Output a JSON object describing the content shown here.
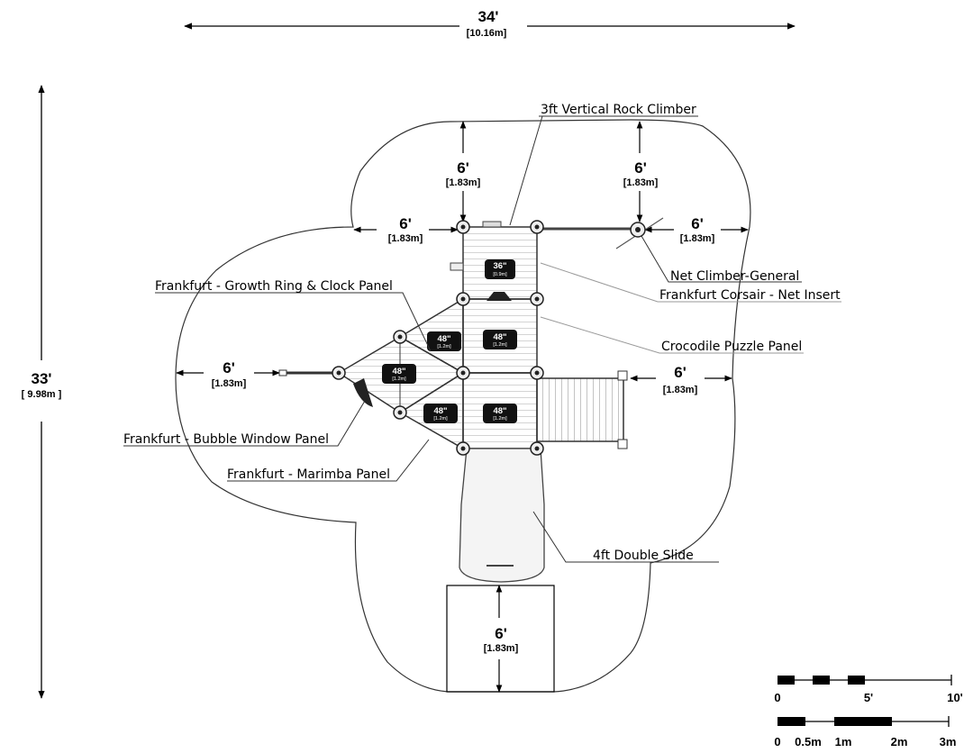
{
  "overall": {
    "width_ft": "34'",
    "width_m": "[10.16m]",
    "depth_ft": "33'",
    "depth_m": "[ 9.98m ]"
  },
  "clearances": [
    {
      "ft": "6'",
      "m": "[1.83m]"
    },
    {
      "ft": "6'",
      "m": "[1.83m]"
    },
    {
      "ft": "6'",
      "m": "[1.83m]"
    },
    {
      "ft": "6'",
      "m": "[1.83m]"
    },
    {
      "ft": "6'",
      "m": "[1.83m]"
    },
    {
      "ft": "6'",
      "m": "[1.83m]"
    },
    {
      "ft": "6'",
      "m": "[1.83m]"
    }
  ],
  "callouts": [
    "3ft Vertical Rock Climber",
    "Net Climber-General",
    "Frankfurt Corsair - Net Insert",
    "Frankfurt - Growth Ring & Clock Panel",
    "Crocodile Puzzle Panel",
    "Frankfurt - Bubble Window Panel",
    "Frankfurt - Marimba Panel",
    "4ft Double Slide"
  ],
  "decks": [
    {
      "height": "36\"",
      "metric": "[0.9m]"
    },
    {
      "height": "48\"",
      "metric": "[1.2m]"
    },
    {
      "height": "48\"",
      "metric": "[1.2m]"
    },
    {
      "height": "48\"",
      "metric": "[1.2m]"
    },
    {
      "height": "48\"",
      "metric": "[1.2m]"
    },
    {
      "height": "48\"",
      "metric": "[1.2m]"
    }
  ],
  "scale_imperial": [
    "0",
    "5'",
    "10'"
  ],
  "scale_metric": [
    "0",
    "0.5m",
    "1m",
    "2m",
    "3m"
  ]
}
